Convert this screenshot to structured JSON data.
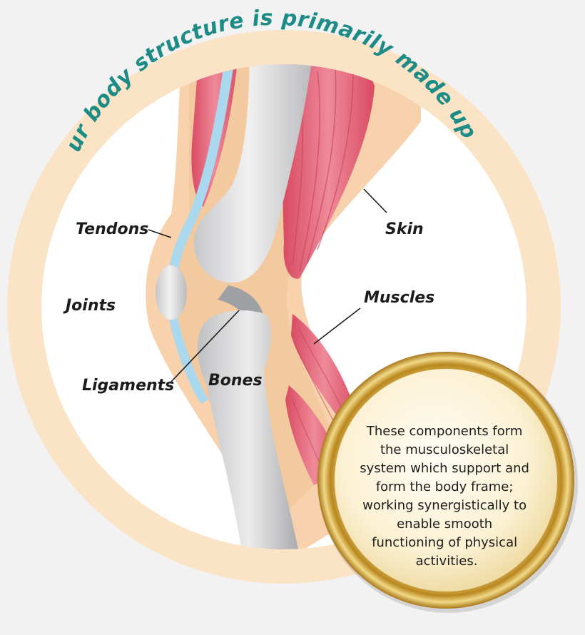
{
  "title": "Our body structure is primarily made up of",
  "labels": {
    "tendons": "Tendons",
    "joints": "Joints",
    "ligaments": "Ligaments",
    "bones": "Bones",
    "skin": "Skin",
    "muscles": "Muscles"
  },
  "info": {
    "lines": [
      "These components form",
      "the musculoskeletal",
      "system which support and",
      "form the body frame;",
      "working synergistically to",
      "enable smooth",
      "functioning of physical",
      "activities."
    ]
  },
  "colors": {
    "ring": "#fbe3c6",
    "skin": "#f8d2ad",
    "muscle": "#e05a70",
    "bone": "#d2d3d5",
    "tendon": "#a9d8ef",
    "title": "#1d8b86",
    "gold": "#c89a2a"
  }
}
